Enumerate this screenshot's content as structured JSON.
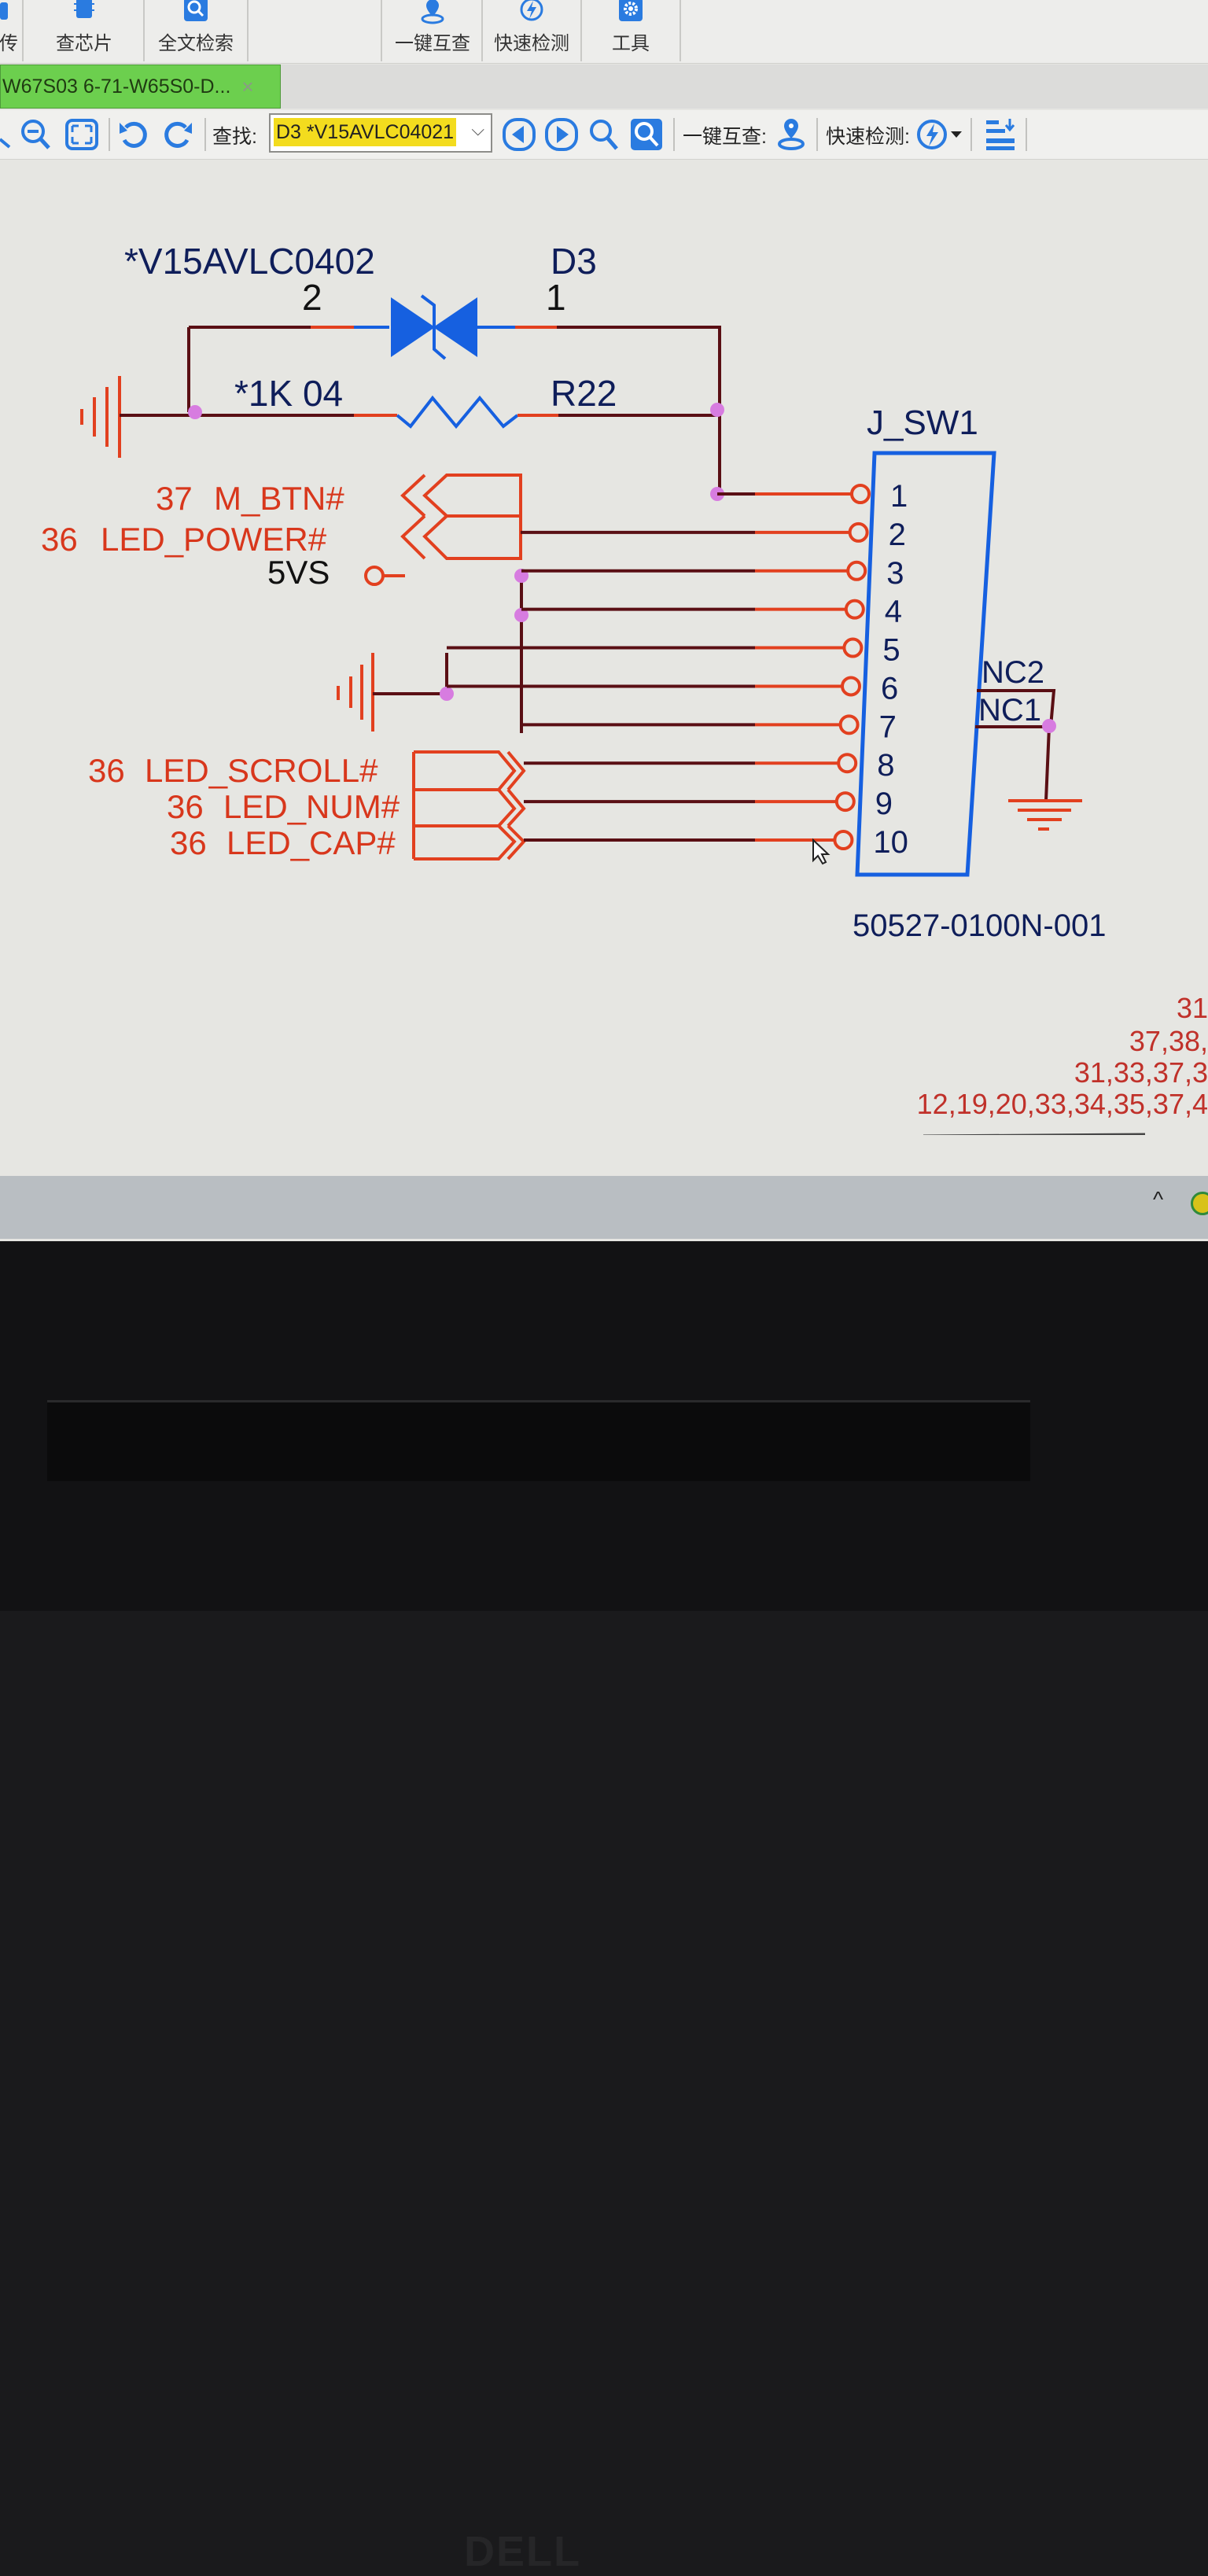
{
  "ribbon": {
    "items": [
      {
        "label": "传",
        "icon": "upload-icon"
      },
      {
        "label": "查芯片",
        "icon": "chip-icon"
      },
      {
        "label": "全文检索",
        "icon": "search-doc-icon"
      },
      {
        "label": "一键互查",
        "icon": "location-pin-icon"
      },
      {
        "label": "快速检测",
        "icon": "lightning-icon"
      },
      {
        "label": "工具",
        "icon": "gear-icon"
      }
    ]
  },
  "document_tab": {
    "title": "W67S03 6-71-W65S0-D...",
    "close": "×"
  },
  "toolbar": {
    "find_label": "查找:",
    "find_value": "D3 *V15AVLC04021",
    "mutual_check_label": "一键互查:",
    "quick_check_label": "快速检测:"
  },
  "schematic": {
    "colors": {
      "wire": "#5a0f14",
      "pin": "#e2401f",
      "body": "#1660e0",
      "junction": "#d77ce0",
      "net_label": "#d8371c"
    },
    "diode": {
      "value": "*V15AVLC0402",
      "ref": "D3",
      "pin_left": "2",
      "pin_right": "1"
    },
    "resistor": {
      "value": "*1K 04",
      "ref": "R22"
    },
    "net_labels": [
      {
        "page": "37",
        "name": "M_BTN#"
      },
      {
        "page": "36",
        "name": "LED_POWER#"
      },
      {
        "page": "36",
        "name": "LED_SCROLL#"
      },
      {
        "page": "36",
        "name": "LED_NUM#"
      },
      {
        "page": "36",
        "name": "LED_CAP#"
      }
    ],
    "power": "5VS",
    "connector": {
      "ref": "J_SW1",
      "part": "50527-0100N-001",
      "pins": [
        "1",
        "2",
        "3",
        "4",
        "5",
        "6",
        "7",
        "8",
        "9",
        "10"
      ],
      "nc": [
        "NC2",
        "NC1"
      ]
    },
    "page_refs": [
      "31",
      "37,38,",
      "31,33,37,3",
      "12,19,20,33,34,35,37,4"
    ]
  },
  "statusbar": {
    "chevron": "^"
  },
  "bezel": {
    "brand": "DELL"
  }
}
